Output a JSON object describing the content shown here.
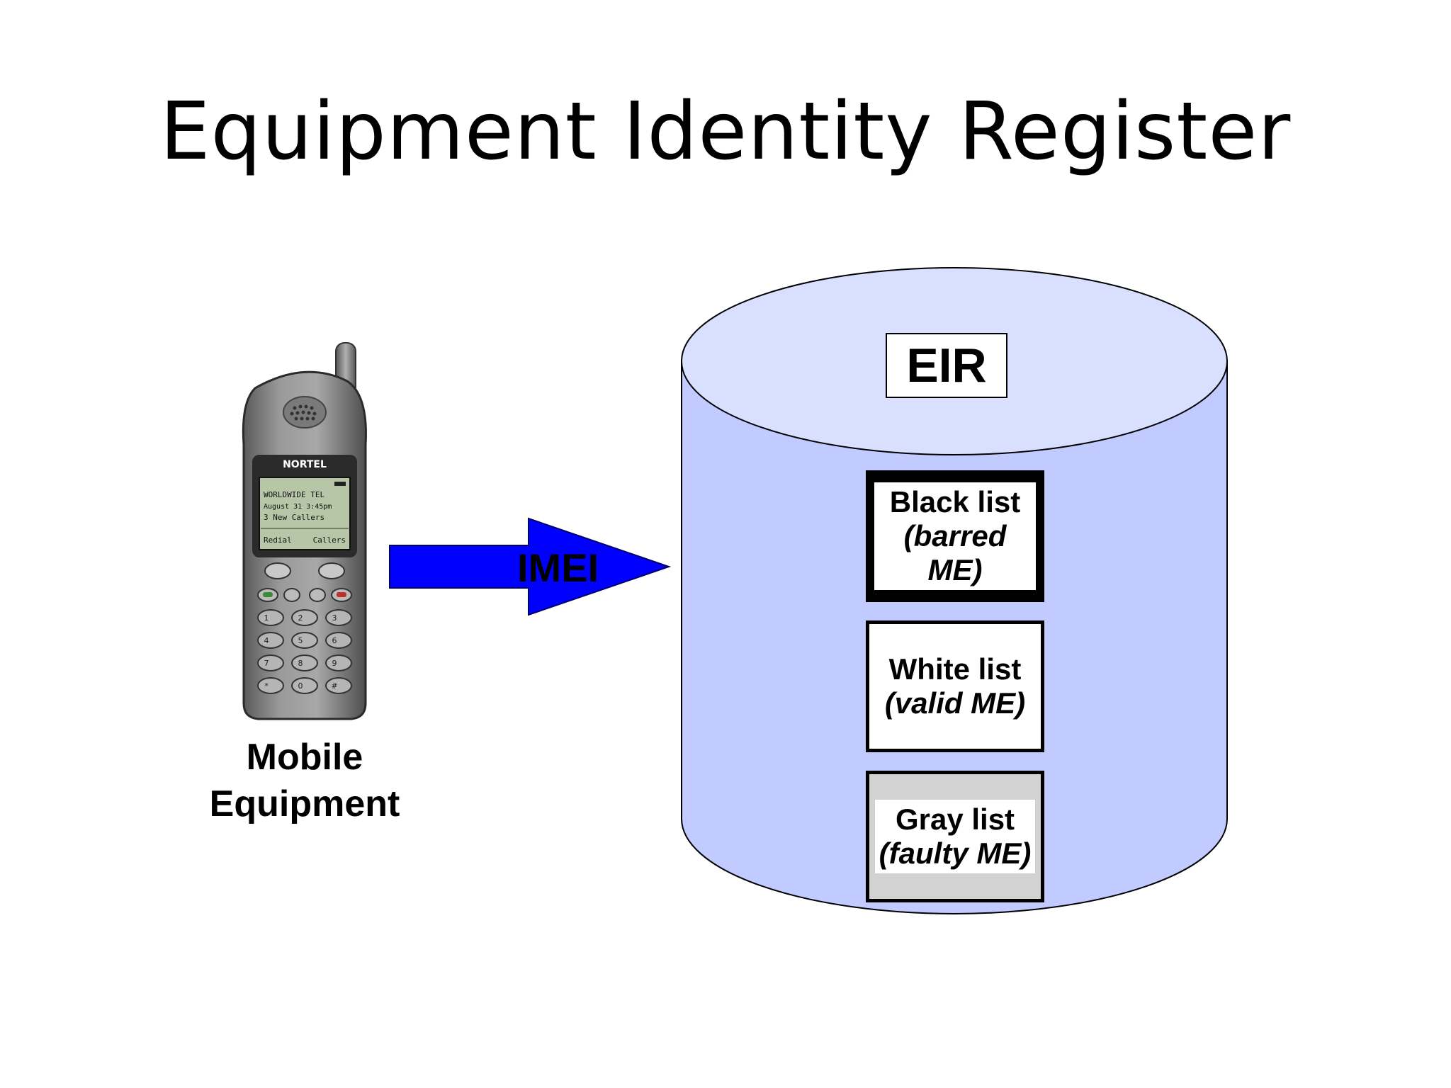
{
  "title": "Equipment Identity Register",
  "mobile_equipment": {
    "label_line1": "Mobile",
    "label_line2": "Equipment",
    "phone_brand": "NORTEL",
    "screen_lines": [
      "WORLDWIDE TEL",
      "August 31  3:45pm",
      "3 New Callers"
    ],
    "softkeys": [
      "Redial",
      "Callers"
    ]
  },
  "arrow": {
    "label": "IMEI",
    "color": "#0000ff"
  },
  "eir": {
    "label": "EIR",
    "cylinder_top_color": "#d9e0ff",
    "cylinder_body_color": "#c1cbff",
    "lists": [
      {
        "name": "Black list",
        "description": "(barred ME)",
        "frame_color": "#000000"
      },
      {
        "name": "White list",
        "description": "(valid ME)",
        "frame_color": "#ffffff"
      },
      {
        "name": "Gray list",
        "description": "(faulty ME)",
        "frame_color": "#d2d2d2"
      }
    ]
  }
}
